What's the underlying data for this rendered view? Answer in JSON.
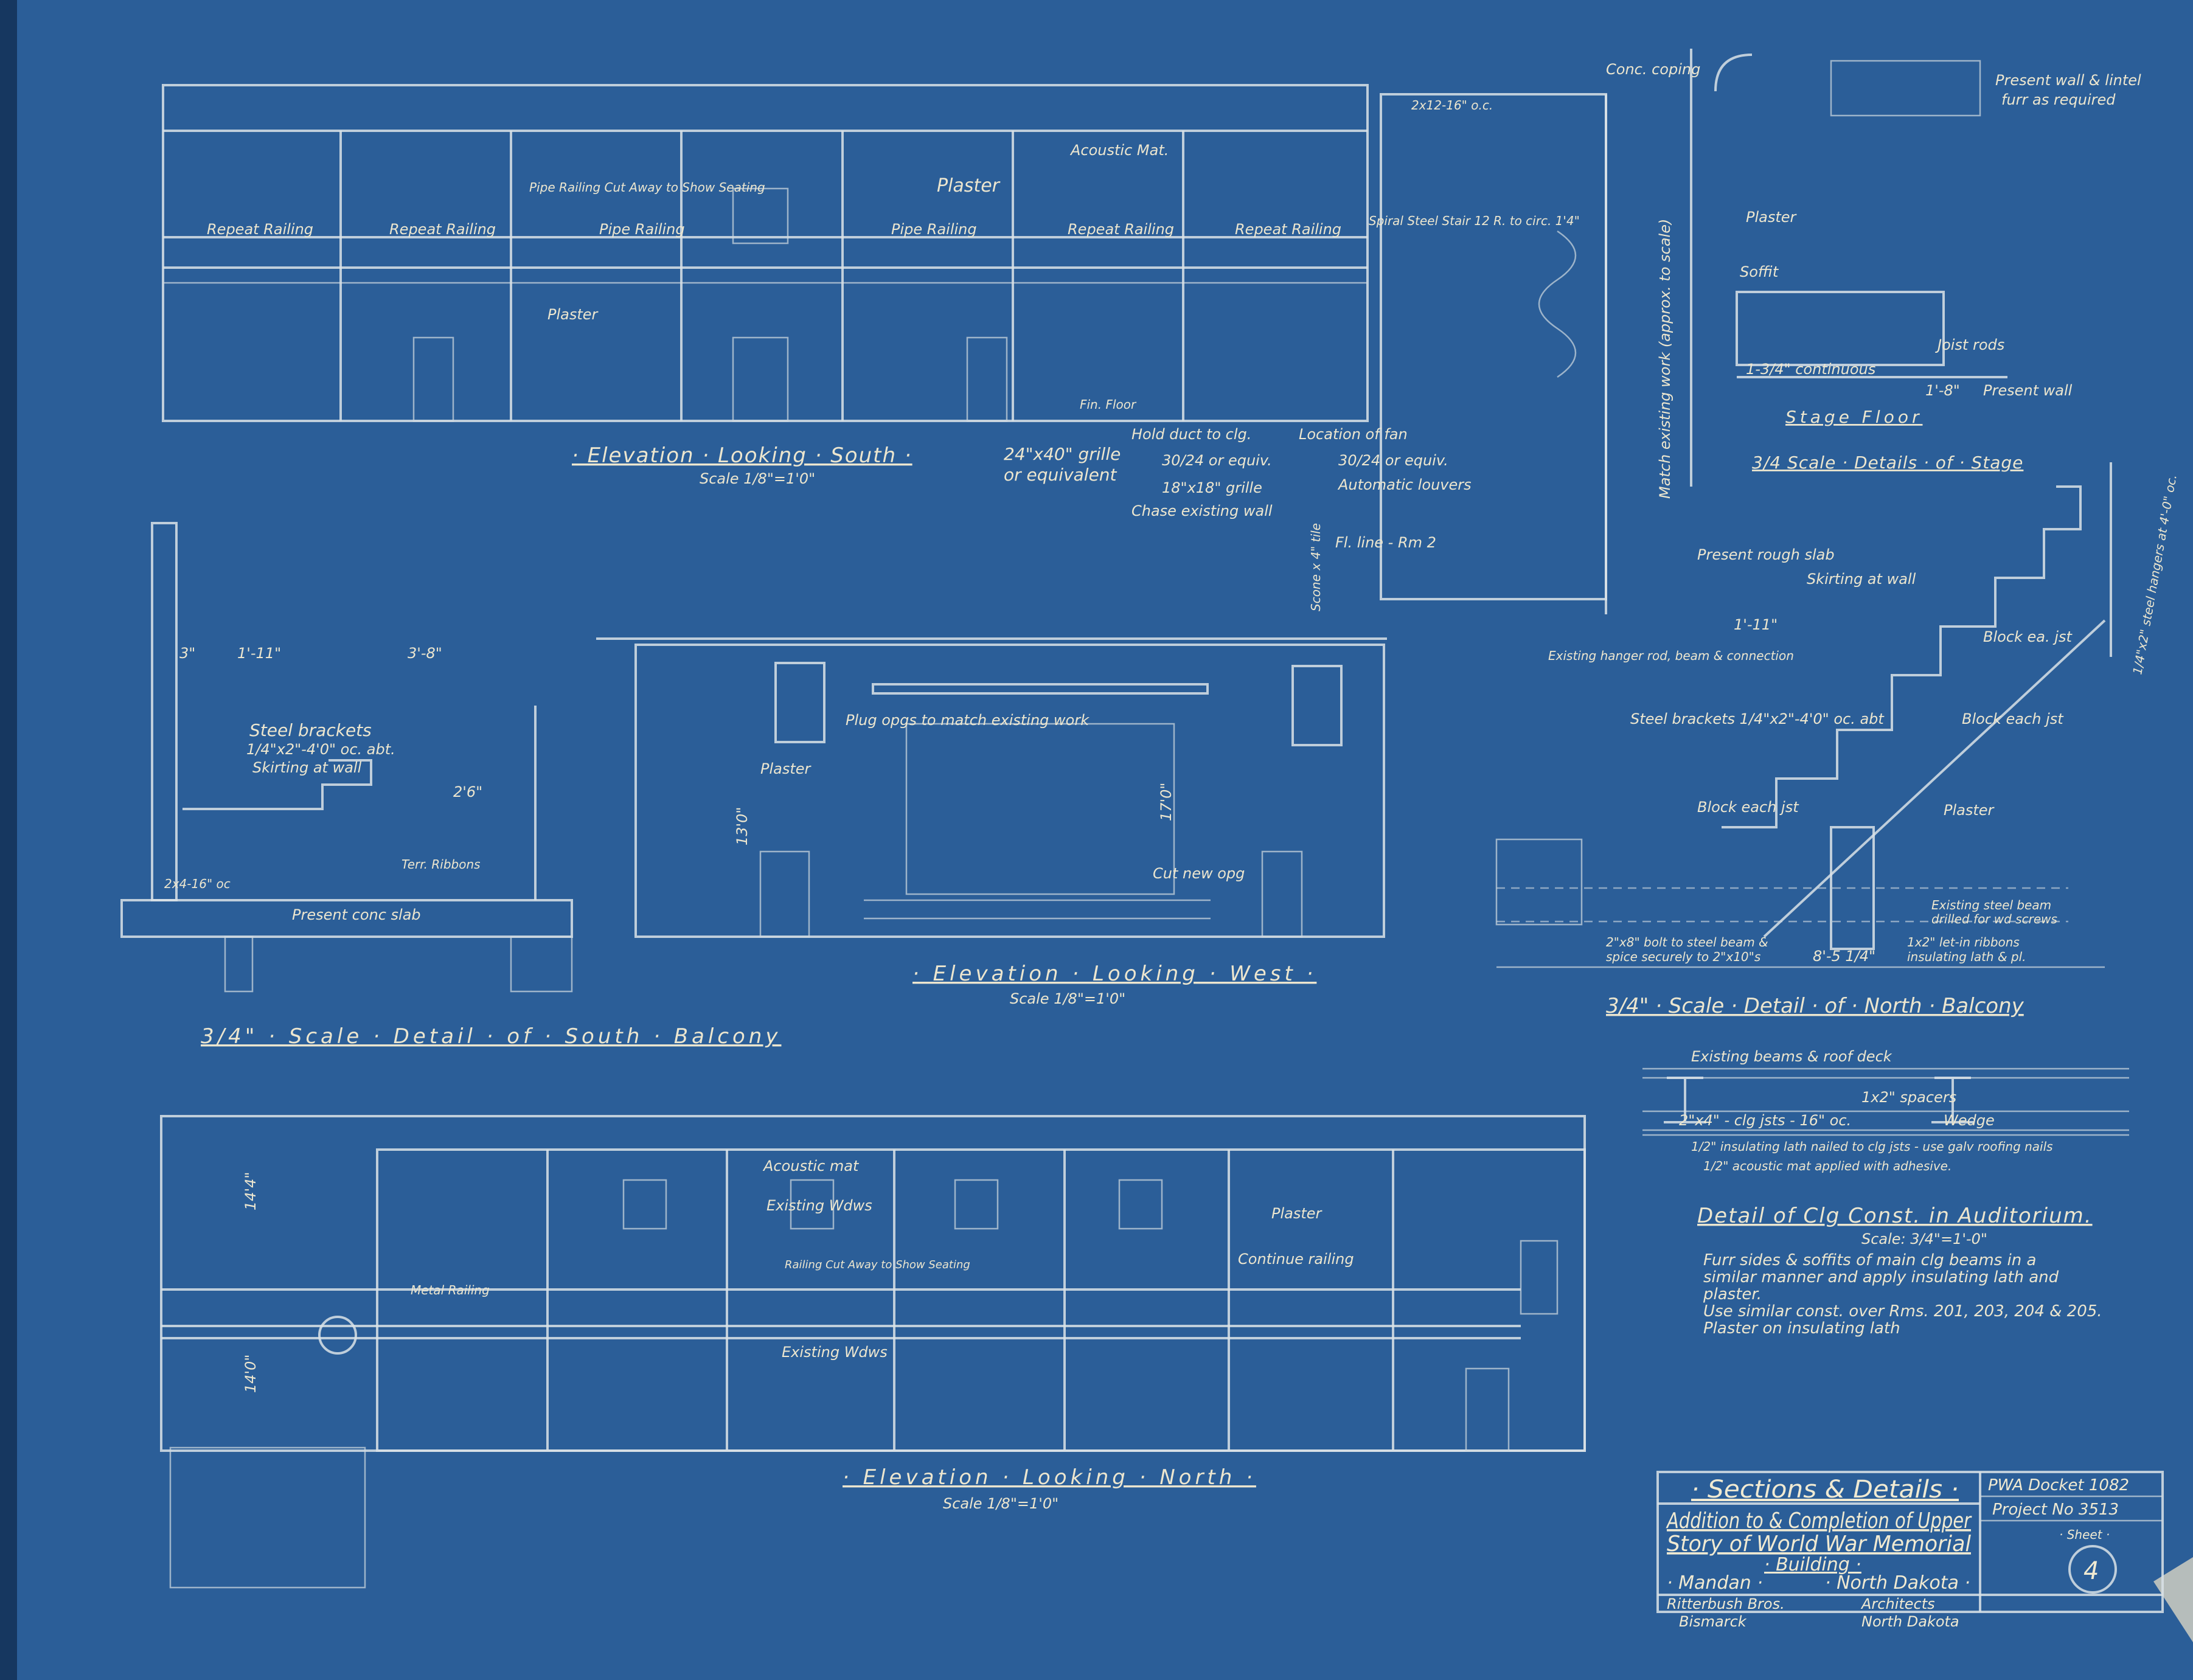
{
  "colors": {
    "paper": "#2b5e98",
    "ink": "#ece6cf"
  },
  "titles": {
    "south": "· Elevation · Looking · South ·",
    "south_scale": "Scale 1/8\"=1'0\"",
    "west": "· Elevation · Looking · West ·",
    "west_scale": "Scale 1/8\"=1'0\"",
    "north": "· Elevation · Looking · North ·",
    "north_scale": "Scale 1/8\"=1'0\"",
    "south_balcony": "3/4\" · Scale · Detail · of · South · Balcony",
    "north_balcony": "3/4\" · Scale · Detail · of · North · Balcony",
    "stage_floor": "Stage Floor",
    "stage": "3/4 Scale · Details · of · Stage",
    "ceiling": "Detail of Clg Const. in Auditorium.",
    "ceiling_scale": "Scale: 3/4\"=1'-0\""
  },
  "ceiling_notes": [
    "Furr sides & soffits of main clg beams in a",
    "similar manner and apply insulating lath and",
    "plaster.",
    "Use similar const. over Rms. 201, 203, 204 & 205.",
    "Plaster on insulating lath"
  ],
  "labels": {
    "plaster1": "Plaster",
    "plaster2": "Plaster",
    "acoustic_mat": "Acoustic Mat.",
    "rep_rail1": "Repeat Railing",
    "rep_rail2": "Repeat Railing",
    "pipe_rail1": "Pipe Railing",
    "pipe_cut": "Pipe Railing Cut Away to Show Seating",
    "pipe_rail2": "Pipe Railing",
    "rep_rail3": "Repeat Railing",
    "rep_rail4": "Repeat Railing",
    "spiral": "Spiral Steel Stair 12 R. to circ. 1'4\"",
    "coping": "Conc. coping",
    "joists": "2x12-16\" o.c.",
    "fin_floor": "Fin. Floor",
    "match": "Match existing work (approx. to scale)",
    "grille24": "24\"x40\" grille",
    "or_equiv": "or equivalent",
    "hold_duct": "Hold duct to clg.",
    "equiv30a": "30/24 or equiv.",
    "grille18": "18\"x18\" grille",
    "chase": "Chase existing wall",
    "fan": "Location of fan",
    "equiv30b": "30/24 or equiv.",
    "louvers": "Automatic louvers",
    "tile": "Scone x 4\" tile",
    "fl_line": "Fl. line - Rm 2",
    "present_wall_lintel": "Present wall & lintel",
    "furr": "furr as required",
    "stage_plaster": "Plaster",
    "soffit": "Soffit",
    "joist_rods": "Joist rods",
    "continuous": "1-3/4\" continuous",
    "dim18": "1'-8\"",
    "present_wall": "Present wall",
    "rough_slab": "Present rough slab",
    "skirting_n": "Skirting at wall",
    "dim111": "1'-11\"",
    "block1": "Block ea. jst",
    "block2": "Block each jst",
    "block3": "Block each jst",
    "n_plaster": "Plaster",
    "hanger": "Existing hanger rod, beam & connection",
    "brackets_n": "Steel brackets 1/4\"x2\"-4'0\" oc. abt",
    "hangers_r": "1/4\"x2\" steel hangers at 4'-0\" oc.",
    "ex_beam1": "Existing steel beam",
    "ex_beam2": "drilled for wd screws",
    "ribbons1": "1x2\" let-in ribbons",
    "ribbons2": "insulating lath & pl.",
    "bolt1": "2\"x8\" bolt to steel beam &",
    "bolt2": "spice securely to 2\"x10\"s",
    "dim85": "8'-5 1/4\"",
    "brackets_s": "Steel brackets",
    "brackets_s2": "1/4\"x2\"-4'0\" oc. abt.",
    "skirting_s": "Skirting at wall",
    "terr": "Terr. Ribbons",
    "conc_slab": "Present conc slab",
    "jst_s": "2x4-16\" oc",
    "dim3": "3\"",
    "dim111s": "1'-11\"",
    "dim38": "3'-8\"",
    "dim26": "2'6\"",
    "plug": "Plug opgs to match existing work",
    "w_plaster": "Plaster",
    "cut_new": "Cut new opg",
    "dim130": "13'0\"",
    "dim170": "17'0\"",
    "n_acoustic": "Acoustic mat",
    "ex_wdws1": "Existing Wdws",
    "n_plaster2": "Plaster",
    "rail_cut": "Railing Cut Away to Show Seating",
    "continue": "Continue railing",
    "metal": "Metal Railing",
    "ex_wdws2": "Existing Wdws",
    "dim144": "14'4\"",
    "dim140": "14'0\"",
    "ex_beams": "Existing beams & roof deck",
    "spacers": "1x2\" spacers",
    "clg_jsts": "2\"x4\" - clg jsts - 16\" oc.",
    "wedge": "Wedge",
    "lath_note": "1/2\" insulating lath nailed to clg jsts - use galv roofing nails",
    "mat_note": "1/2\" acoustic mat applied with adhesive."
  },
  "title_block": {
    "heading": "· Sections & Details ·",
    "line1": "Addition to & Completion of Upper",
    "line2": "Story of World War Memorial",
    "line3": "· Building ·",
    "city": "· Mandan ·",
    "state": "· North Dakota ·",
    "architect": "Ritterbush Bros.",
    "architect_role": "Architects",
    "arch_city": "Bismarck",
    "arch_state": "North Dakota",
    "docket": "PWA Docket 1082",
    "project": "Project No 3513",
    "sheet_label": "· Sheet ·",
    "sheet_number": "4"
  }
}
